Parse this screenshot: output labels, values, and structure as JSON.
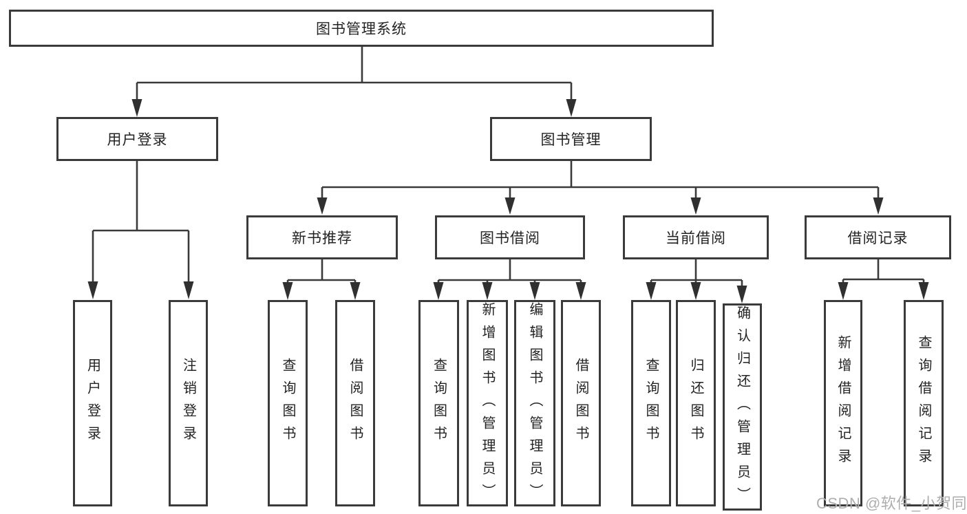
{
  "diagram": {
    "type": "tree",
    "title": "图书管理系统",
    "level2": {
      "user_login": "用户登录",
      "book_mgmt": "图书管理"
    },
    "level3": {
      "new_books": "新书推荐",
      "borrowing": "图书借阅",
      "current": "当前借阅",
      "records": "借阅记录"
    },
    "leaves": {
      "user_login": [
        "用户登录",
        "注销登录"
      ],
      "new_books": [
        "查询图书",
        "借阅图书"
      ],
      "borrowing": [
        "查询图书",
        "新增图书（管理员）",
        "编辑图书（管理员）",
        "借阅图书"
      ],
      "current": [
        "查询图书",
        "归还图书",
        "确认归还（管理员）"
      ],
      "records": [
        "新增借阅记录",
        "查询借阅记录"
      ]
    },
    "edges": [
      "图书管理系统→用户登录",
      "图书管理系统→图书管理",
      "用户登录→用户登录",
      "用户登录→注销登录",
      "图书管理→新书推荐",
      "图书管理→图书借阅",
      "图书管理→当前借阅",
      "图书管理→借阅记录",
      "新书推荐→查询图书",
      "新书推荐→借阅图书",
      "图书借阅→查询图书",
      "图书借阅→新增图书（管理员）",
      "图书借阅→编辑图书（管理员）",
      "图书借阅→借阅图书",
      "当前借阅→查询图书",
      "当前借阅→归还图书",
      "当前借阅→确认归还（管理员）",
      "借阅记录→新增借阅记录",
      "借阅记录→查询借阅记录"
    ],
    "watermark": "CSDN @软件_小贺同学",
    "colors": {
      "line": "#3a3a3a",
      "text": "#232323",
      "box_fill": "#ffffff",
      "watermark": "#aeaeae",
      "background": "#ffffff"
    }
  }
}
